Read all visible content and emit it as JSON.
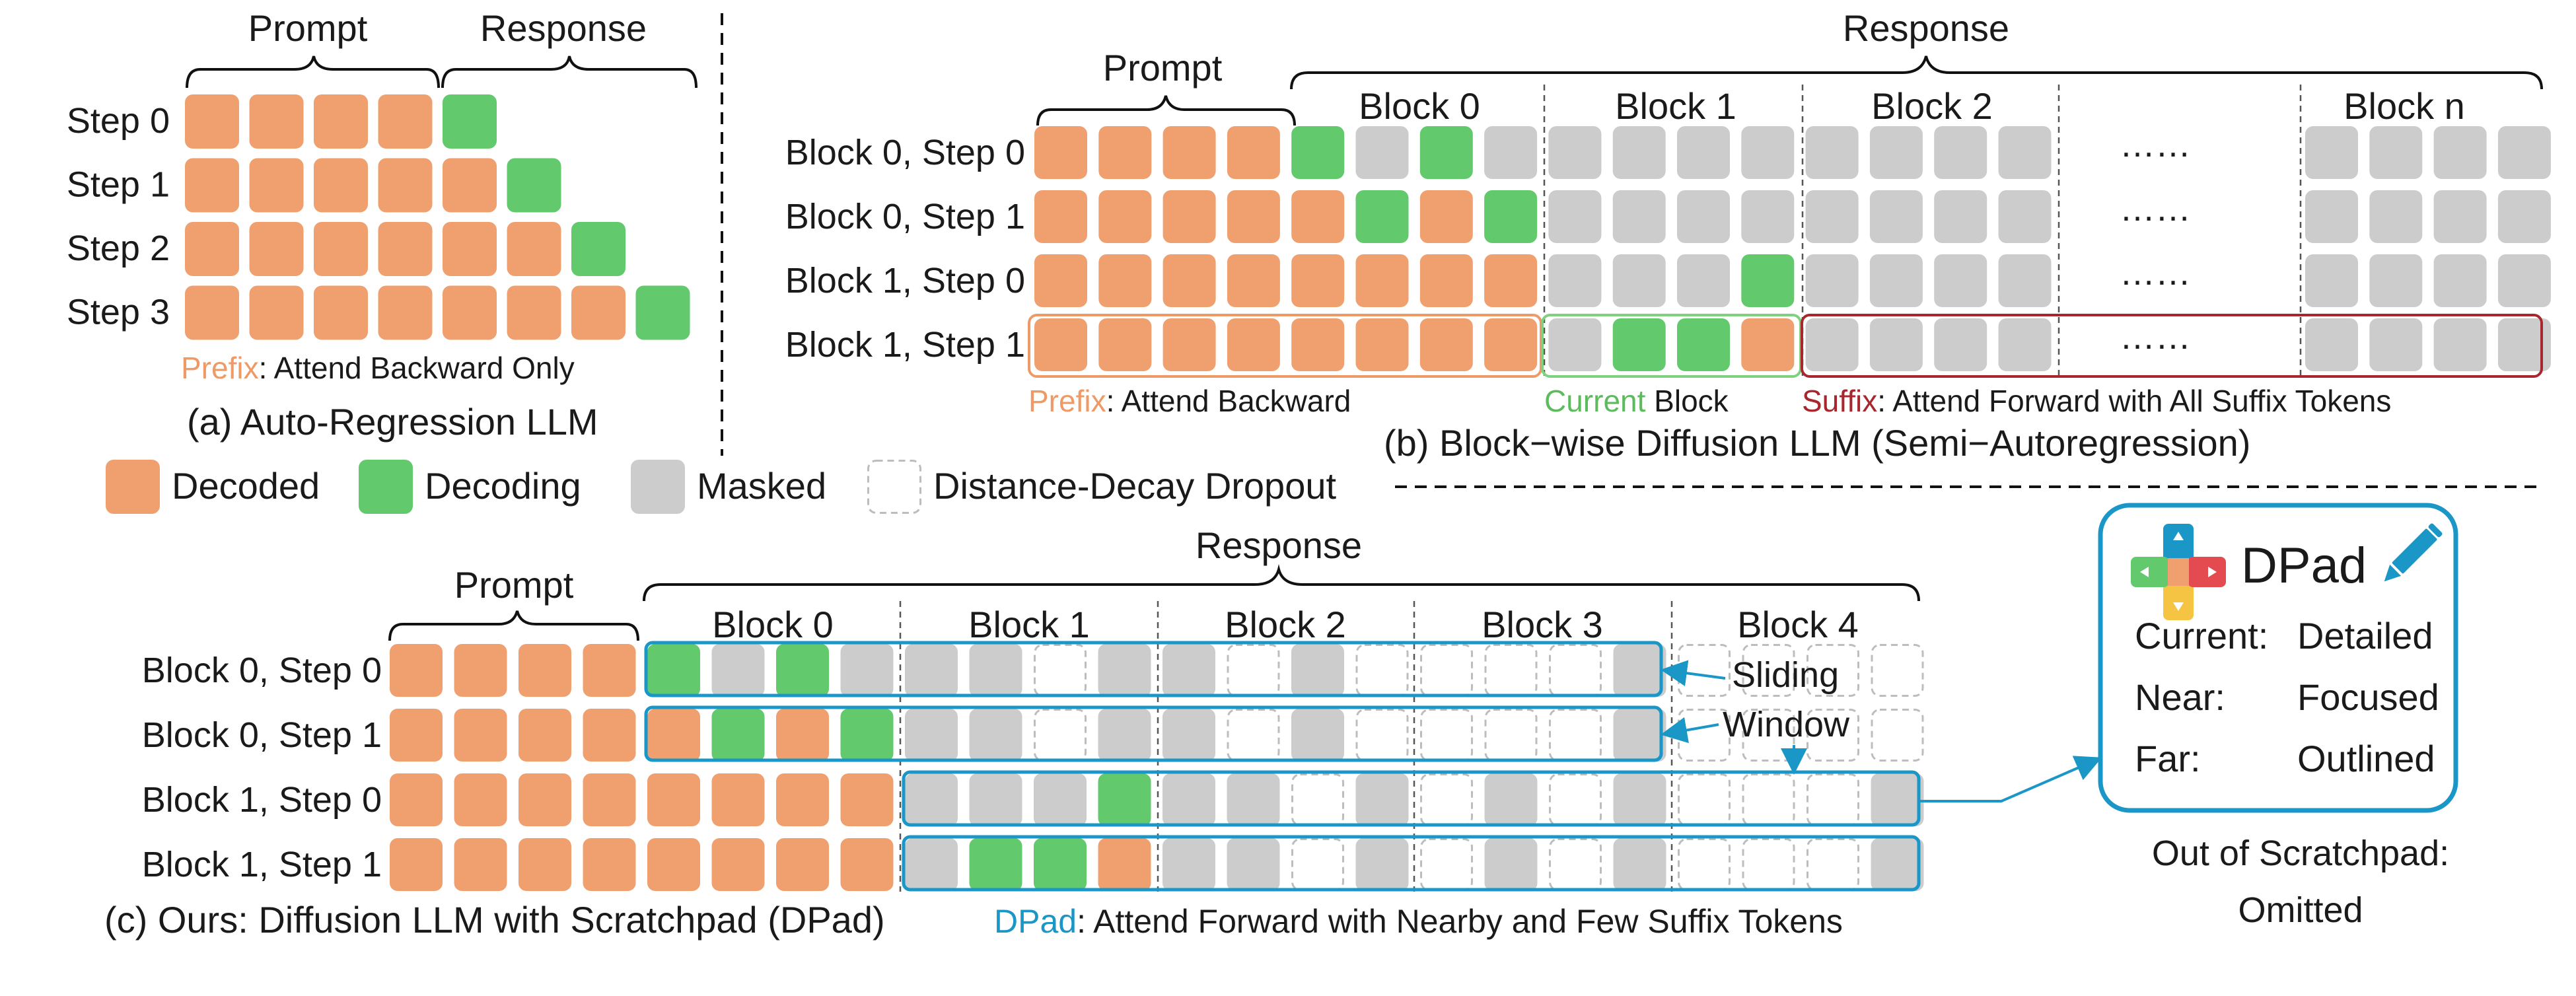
{
  "colors": {
    "decoded": "#F0A06E",
    "decoding": "#62C96C",
    "masked": "#CCCCCC",
    "prefix_label": "#EE9A66",
    "current_label": "#5DBB5E",
    "suffix_label": "#A8262E",
    "dpad_accent": "#1A96C7",
    "grid_dash": "#555555"
  },
  "panel_a": {
    "prompt_label": "Prompt",
    "response_label": "Response",
    "steps": [
      "Step 0",
      "Step 1",
      "Step 2",
      "Step 3"
    ],
    "prompt_tokens": 4,
    "response_tokens": 4,
    "prefix_word": "Prefix",
    "prefix_rest": ": Attend Backward Only",
    "caption": "(a) Auto-Regression LLM"
  },
  "panel_b": {
    "prompt_label": "Prompt",
    "response_label": "Response",
    "blocks": [
      "Block 0",
      "Block 1",
      "Block 2",
      "Block n"
    ],
    "ellipsis": "……",
    "rows": [
      "Block 0, Step 0",
      "Block 0, Step 1",
      "Block 1, Step 0",
      "Block 1, Step 1"
    ],
    "grid": [
      [
        "D",
        "D",
        "D",
        "D",
        "G",
        "M",
        "G",
        "M",
        "M",
        "M",
        "M",
        "M",
        "M",
        "M",
        "M",
        "M",
        "M",
        "M",
        "M",
        "M"
      ],
      [
        "D",
        "D",
        "D",
        "D",
        "D",
        "G",
        "D",
        "G",
        "M",
        "M",
        "M",
        "M",
        "M",
        "M",
        "M",
        "M",
        "M",
        "M",
        "M",
        "M"
      ],
      [
        "D",
        "D",
        "D",
        "D",
        "D",
        "D",
        "D",
        "D",
        "M",
        "M",
        "M",
        "G",
        "M",
        "M",
        "M",
        "M",
        "M",
        "M",
        "M",
        "M"
      ],
      [
        "D",
        "D",
        "D",
        "D",
        "D",
        "D",
        "D",
        "D",
        "M",
        "G",
        "G",
        "D",
        "M",
        "M",
        "M",
        "M",
        "M",
        "M",
        "M",
        "M"
      ]
    ],
    "prefix_word": "Prefix",
    "prefix_rest": ": Attend Backward",
    "current_word": "Current",
    "current_rest": " Block",
    "suffix_word": "Suffix",
    "suffix_rest": ": Attend Forward with All Suffix Tokens",
    "caption": "(b) Block−wise Diffusion LLM (Semi−Autoregression)"
  },
  "legend": [
    {
      "key": "D",
      "label": "Decoded"
    },
    {
      "key": "G",
      "label": "Decoding"
    },
    {
      "key": "M",
      "label": "Masked"
    },
    {
      "key": "E",
      "label": "Distance-Decay Dropout"
    }
  ],
  "panel_c": {
    "prompt_label": "Prompt",
    "response_label": "Response",
    "blocks": [
      "Block 0",
      "Block 1",
      "Block 2",
      "Block 3",
      "Block 4"
    ],
    "rows": [
      "Block 0, Step 0",
      "Block 0, Step 1",
      "Block 1, Step 0",
      "Block 1, Step 1"
    ],
    "grid": [
      [
        "D",
        "D",
        "D",
        "D",
        "G",
        "M",
        "G",
        "M",
        "M",
        "M",
        "E",
        "M",
        "M",
        "E",
        "M",
        "E",
        "E",
        "E",
        "E",
        "M",
        "E",
        "E",
        "E",
        "E"
      ],
      [
        "D",
        "D",
        "D",
        "D",
        "D",
        "G",
        "D",
        "G",
        "M",
        "M",
        "E",
        "M",
        "M",
        "E",
        "M",
        "E",
        "E",
        "E",
        "E",
        "M",
        "E",
        "E",
        "E",
        "E"
      ],
      [
        "D",
        "D",
        "D",
        "D",
        "D",
        "D",
        "D",
        "D",
        "M",
        "M",
        "M",
        "G",
        "M",
        "M",
        "E",
        "M",
        "E",
        "M",
        "E",
        "M",
        "E",
        "E",
        "E",
        "M"
      ],
      [
        "D",
        "D",
        "D",
        "D",
        "D",
        "D",
        "D",
        "D",
        "M",
        "G",
        "G",
        "D",
        "M",
        "M",
        "E",
        "M",
        "E",
        "M",
        "E",
        "M",
        "E",
        "E",
        "E",
        "M"
      ]
    ],
    "sliding_label": "Sliding",
    "window_label": "Window",
    "caption": "(c) Ours: Diffusion LLM with Scratchpad (DPad)",
    "dpad_word": "DPad",
    "dpad_rest": ": Attend Forward with Nearby and Few Suffix Tokens"
  },
  "dpad_box": {
    "title": "DPad",
    "rows": [
      {
        "key": "Current:",
        "value": "Detailed"
      },
      {
        "key": "Near:",
        "value": "Focused"
      },
      {
        "key": "Far:",
        "value": "Outlined"
      }
    ],
    "out_line1": "Out of Scratchpad:",
    "out_line2": "Omitted"
  }
}
